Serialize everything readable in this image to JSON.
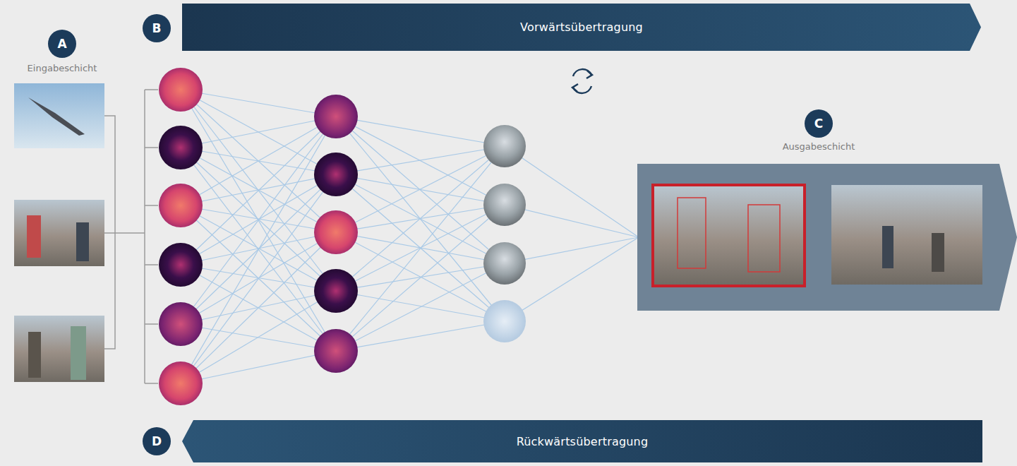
{
  "diagram": {
    "nodes": [
      {
        "text": [
          "B"
        ]
      },
      {
        "text": [
          "Vorwärtsübertragung"
        ]
      },
      {
        "text": [
          "A"
        ]
      },
      {
        "text": [
          "C"
        ]
      },
      {
        "text": [
          "D"
        ]
      },
      {
        "text": [
          "Rückwärtsübertragung"
        ]
      }
    ],
    "labels": [
      "Eingabeschicht",
      "Ausgabeschicht"
    ]
  }
}
